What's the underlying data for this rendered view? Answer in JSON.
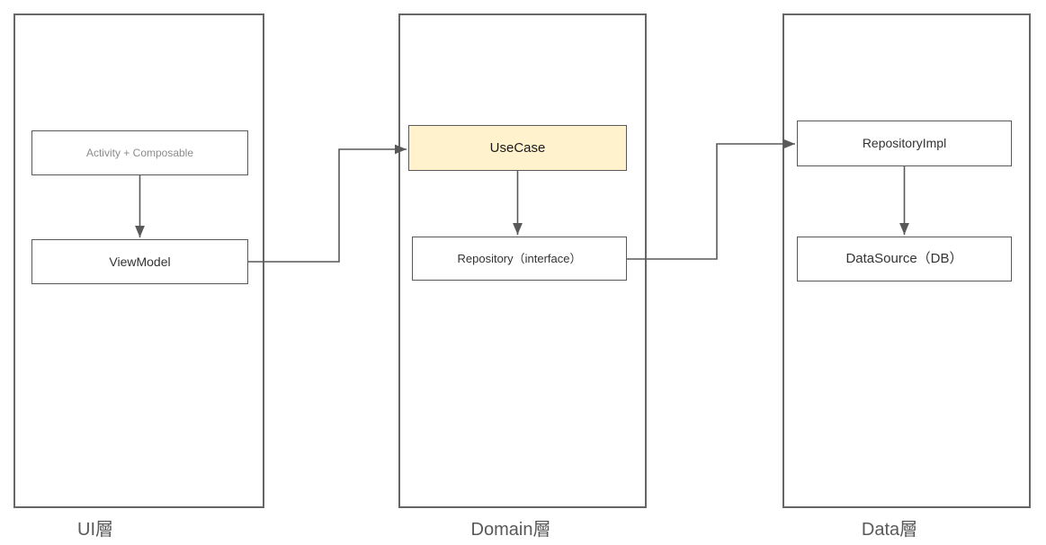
{
  "diagram": {
    "layers": [
      {
        "label": "UI層",
        "nodes": [
          {
            "label": "Activity + Composable",
            "highlighted": false
          },
          {
            "label": "ViewModel",
            "highlighted": false
          }
        ]
      },
      {
        "label": "Domain層",
        "nodes": [
          {
            "label": "UseCase",
            "highlighted": true
          },
          {
            "label": "Repository（interface）",
            "highlighted": false
          }
        ]
      },
      {
        "label": "Data層",
        "nodes": [
          {
            "label": "RepositoryImpl",
            "highlighted": false
          },
          {
            "label": "DataSource（DB）",
            "highlighted": false
          }
        ]
      }
    ],
    "edges": [
      {
        "from": "Activity + Composable",
        "to": "ViewModel"
      },
      {
        "from": "ViewModel",
        "to": "UseCase"
      },
      {
        "from": "UseCase",
        "to": "Repository（interface）"
      },
      {
        "from": "Repository（interface）",
        "to": "RepositoryImpl"
      },
      {
        "from": "RepositoryImpl",
        "to": "DataSource（DB）"
      }
    ],
    "colors": {
      "highlight_fill": "#FFF2CC",
      "box_border": "#595959",
      "container_border": "#666666",
      "arrow": "#595959",
      "text": "#333333",
      "muted_text": "#8C8C8C",
      "label_text": "#595959",
      "background": "#FFFFFF"
    }
  }
}
